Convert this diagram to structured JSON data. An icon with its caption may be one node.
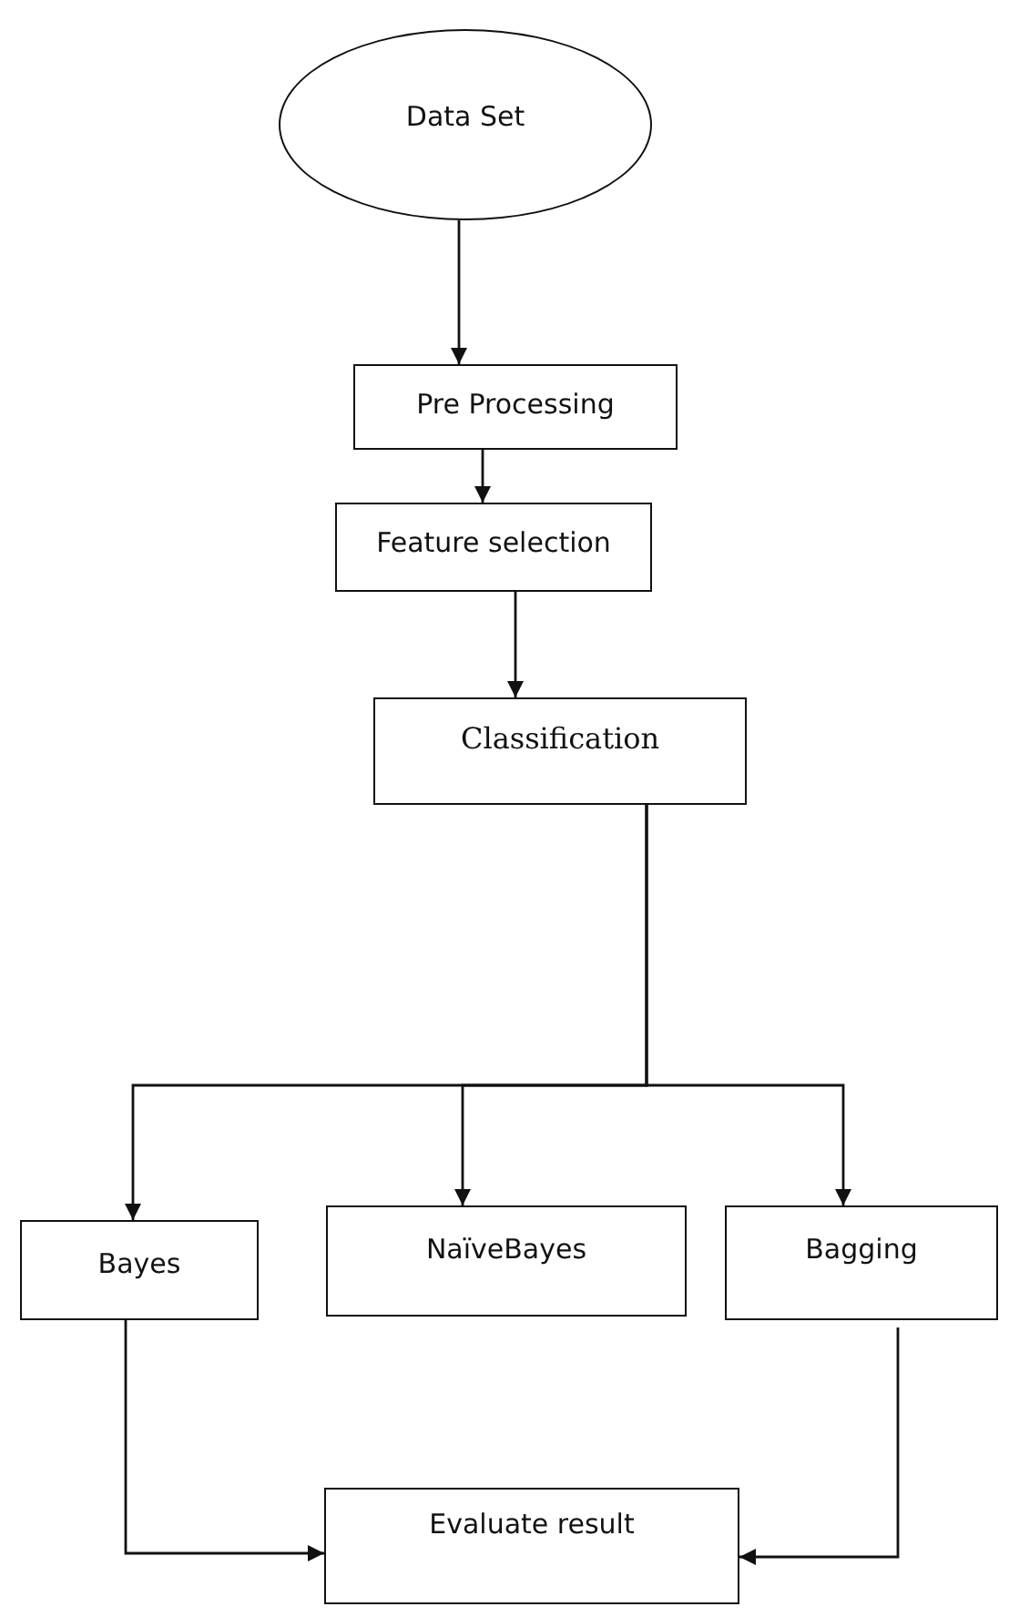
{
  "diagram": {
    "nodes": [
      {
        "text": [
          "Data Set"
        ]
      },
      {
        "text": [
          "Pre Processing"
        ]
      },
      {
        "text": [
          "Feature selection"
        ]
      },
      {
        "text": [
          "Classification"
        ]
      },
      {
        "text": [
          "Bayes"
        ]
      },
      {
        "text": [
          "NaïveBayes"
        ]
      },
      {
        "text": [
          "Bagging"
        ]
      },
      {
        "text": [
          "Evaluate result"
        ]
      }
    ],
    "edges": [
      {
        "from": 0,
        "to": 1,
        "arrow": "to"
      },
      {
        "from": 1,
        "to": 2,
        "arrow": "to"
      },
      {
        "from": 2,
        "to": 3,
        "arrow": "to"
      },
      {
        "from": 3,
        "to": 4,
        "arrow": "to"
      },
      {
        "from": 3,
        "to": 5,
        "arrow": "to"
      },
      {
        "from": 3,
        "to": 6,
        "arrow": "to"
      },
      {
        "from": 4,
        "to": 7,
        "arrow": "to"
      },
      {
        "from": 6,
        "to": 7,
        "arrow": "to"
      }
    ]
  }
}
